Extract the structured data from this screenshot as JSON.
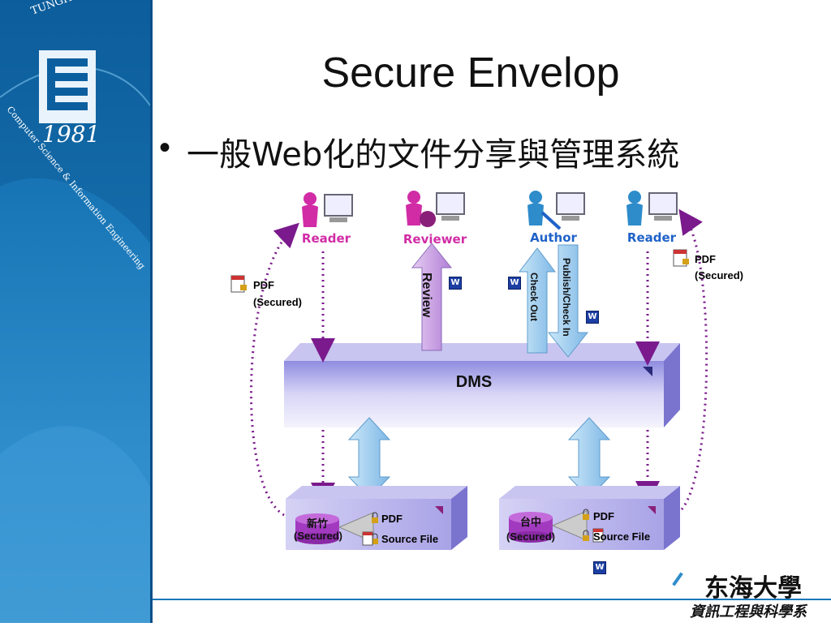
{
  "slide": {
    "title": "Secure Envelop",
    "bullet": "一般Web化的文件分享與管理系統"
  },
  "sidebar": {
    "logo_arc_text": "TUNGHAI UNIVERSITY",
    "logo_year": "1981",
    "logo_dept_arc": "Computer Science & Information Engineering"
  },
  "diagram": {
    "roles": [
      {
        "label": "Reader",
        "color": "#d12ca6"
      },
      {
        "label": "Reviewer",
        "color": "#d12ca6"
      },
      {
        "label": "Author",
        "color": "#1f62c8"
      },
      {
        "label": "Reader",
        "color": "#1f62c8"
      }
    ],
    "dms_label": "DMS",
    "review_label": "Review",
    "checkout_label": "Check Out",
    "publish_label": "Publish/Check In",
    "pdf_secured_left": {
      "line1": "PDF",
      "line2": "(Secured)"
    },
    "pdf_secured_right": {
      "line1": "PDF",
      "line2": "(Secured)"
    },
    "repo_left": {
      "db_name": "新竹",
      "db_secured": "(Secured)",
      "pdf": "PDF",
      "source": "Source File"
    },
    "repo_right": {
      "db_name": "台中",
      "db_secured": "(Secured)",
      "pdf": "PDF",
      "source": "Source File"
    },
    "word_icon_letter": "W",
    "colors": {
      "reader_pink": "#d12ca6",
      "author_blue": "#1f62c8",
      "dotted": "#7a1a8c",
      "dms_fill": "#b9b6ea"
    }
  },
  "footer": {
    "university_cn": "东海大學",
    "dept_cn": "資訊工程與科學系"
  }
}
